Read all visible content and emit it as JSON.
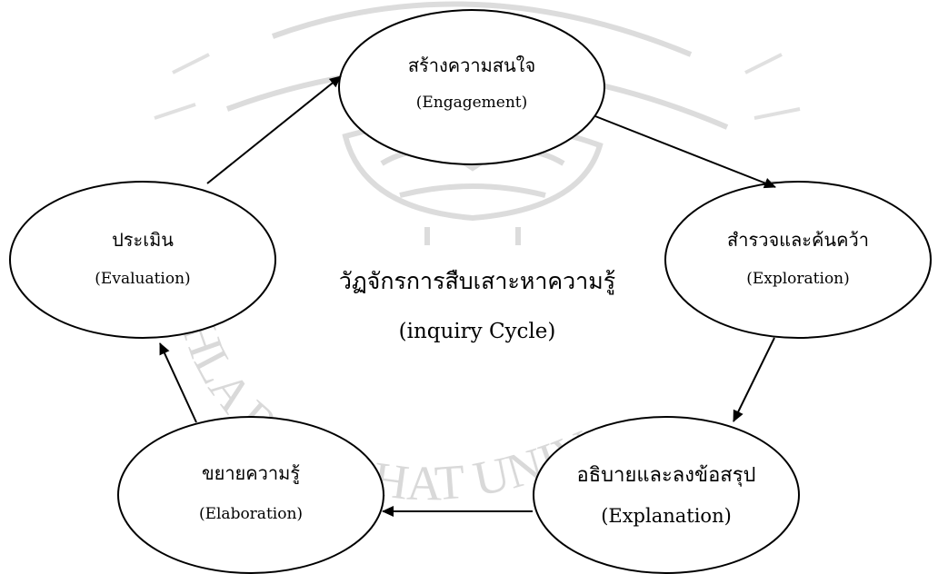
{
  "center": {
    "title": "วัฏจักรการสืบเสาะหาความรู้",
    "subtitle": "(inquiry Cycle)"
  },
  "stages": [
    {
      "id": "engagement",
      "th": "สร้างความสนใจ",
      "en": "(Engagement)"
    },
    {
      "id": "exploration",
      "th": "สำรวจและค้นคว้า",
      "en": "(Exploration)"
    },
    {
      "id": "explanation",
      "th": "อธิบายและลงข้อสรุป",
      "en": "(Explanation)"
    },
    {
      "id": "elaboration",
      "th": "ขยายความรู้",
      "en": "(Elaboration)"
    },
    {
      "id": "evaluation",
      "th": "ประเมิน",
      "en": "(Evaluation)"
    }
  ],
  "watermark": {
    "text": "HLA RAJABHAT UNIV",
    "color": "#d9d9d9"
  },
  "colors": {
    "stroke": "#000000",
    "background": "#ffffff"
  }
}
